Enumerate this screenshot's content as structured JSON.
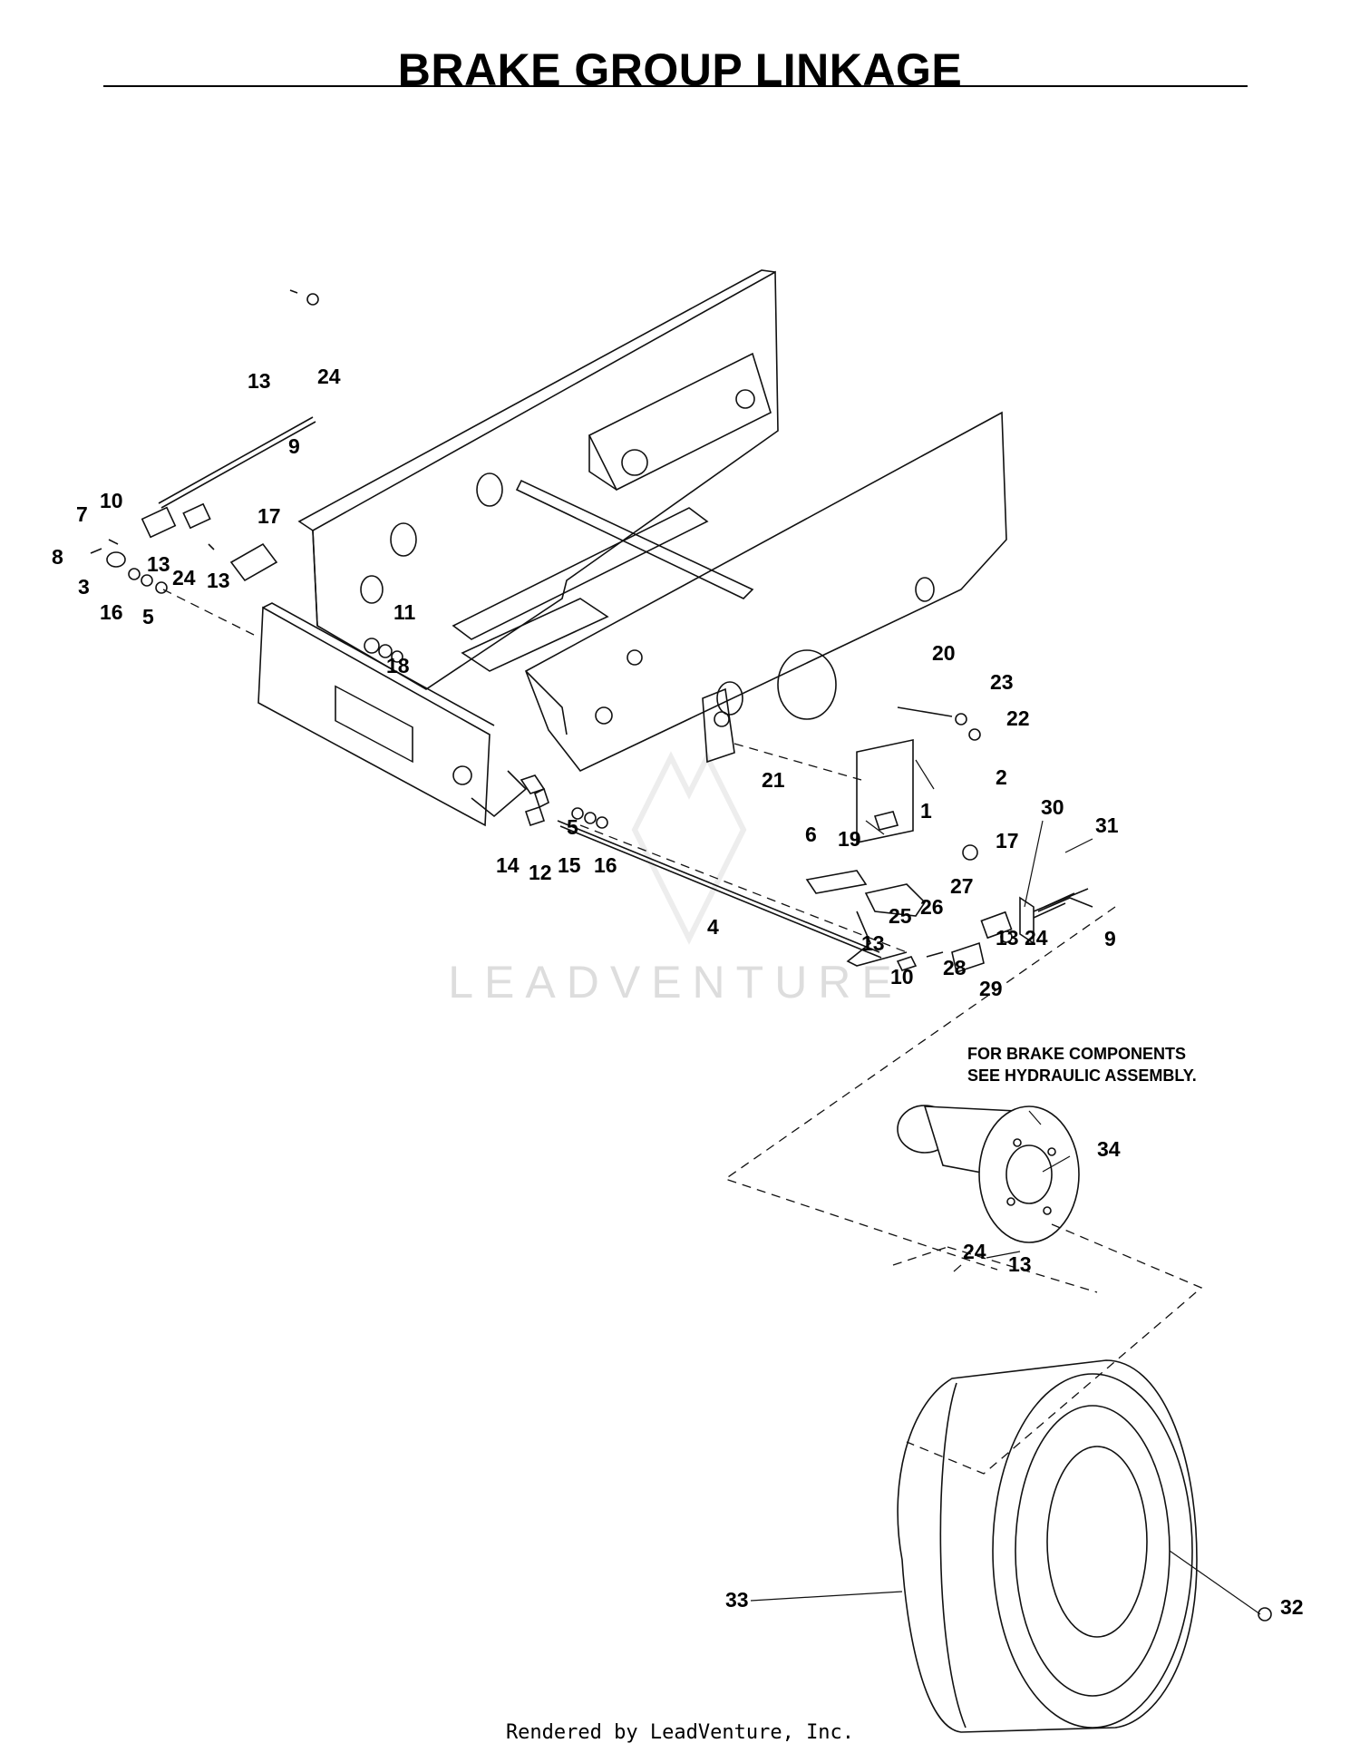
{
  "title": "BRAKE GROUP LINKAGE",
  "note": {
    "line1": "FOR BRAKE COMPONENTS",
    "line2": "SEE HYDRAULIC ASSEMBLY."
  },
  "watermark": "LEADVENTURE",
  "footer": "Rendered by LeadVenture, Inc.",
  "callouts": [
    "13",
    "24",
    "9",
    "10",
    "7",
    "17",
    "8",
    "13",
    "3",
    "24",
    "13",
    "16",
    "5",
    "11",
    "18",
    "20",
    "23",
    "22",
    "2",
    "21",
    "1",
    "19",
    "30",
    "31",
    "6",
    "17",
    "27",
    "26",
    "25",
    "13",
    "13",
    "24",
    "9",
    "5",
    "14",
    "12",
    "15",
    "16",
    "4",
    "10",
    "28",
    "29",
    "34",
    "24",
    "13",
    "33",
    "32"
  ]
}
